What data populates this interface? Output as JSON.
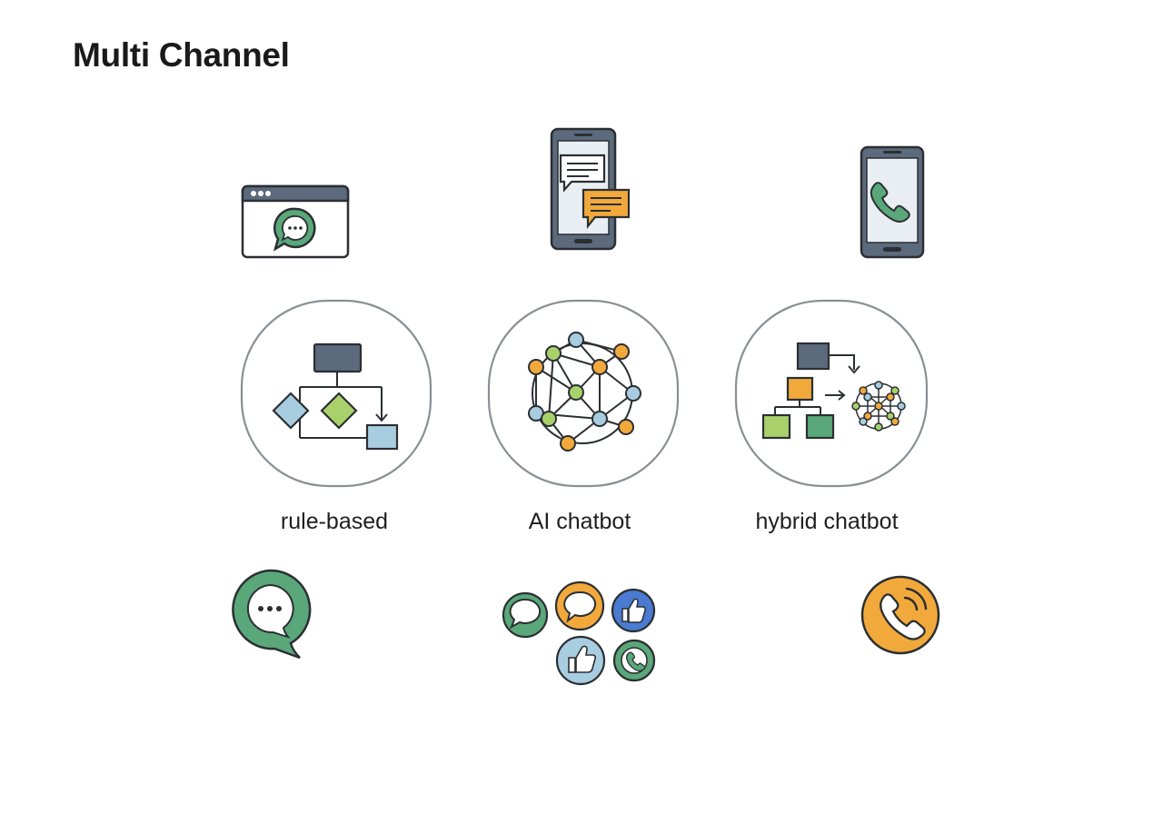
{
  "title": "Multi Channel",
  "colors": {
    "outline": "#2b2f33",
    "slate": "#5b6a7c",
    "green": "#5aa77a",
    "lime": "#a8d16b",
    "lightblue": "#a9cde0",
    "orange": "#f2a93b",
    "blue": "#4a7bd0",
    "screen": "#e9eef2",
    "circle": "#8a8f94"
  },
  "channels": [
    {
      "id": "website",
      "icon": "browser-chat-icon"
    },
    {
      "id": "mobile-messaging",
      "icon": "phone-chat-icon"
    },
    {
      "id": "voice",
      "icon": "phone-call-icon"
    }
  ],
  "types": [
    {
      "label": "rule-based",
      "icon": "flowchart-icon"
    },
    {
      "label": "AI chatbot",
      "icon": "neural-network-icon"
    },
    {
      "label": "hybrid chatbot",
      "icon": "hybrid-flow-network-icon"
    }
  ],
  "bottom_icons": [
    {
      "icon": "chat-bubble-icon"
    },
    {
      "icon": "social-channels-icon"
    },
    {
      "icon": "phone-ringing-icon"
    }
  ]
}
